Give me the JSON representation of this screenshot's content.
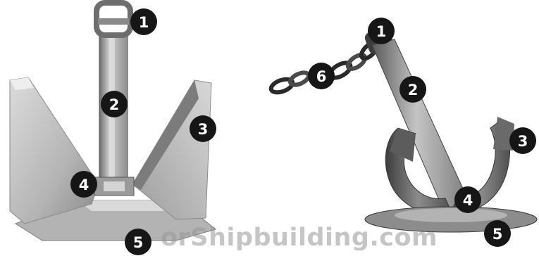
{
  "watermark": "orShipbuilding.com",
  "colors": {
    "background": "#ffffff",
    "marker_fill": "#161616",
    "marker_text": "#ffffff",
    "metal_light": "#c9c9c9",
    "metal_mid": "#9a9a9a",
    "metal_dark": "#4a4a4a",
    "chain": "#2a2a2a"
  },
  "danforth_anchor": {
    "markers": [
      "1",
      "2",
      "3",
      "4",
      "5"
    ]
  },
  "stockless_anchor": {
    "markers": [
      "1",
      "2",
      "3",
      "4",
      "5",
      "6"
    ]
  }
}
